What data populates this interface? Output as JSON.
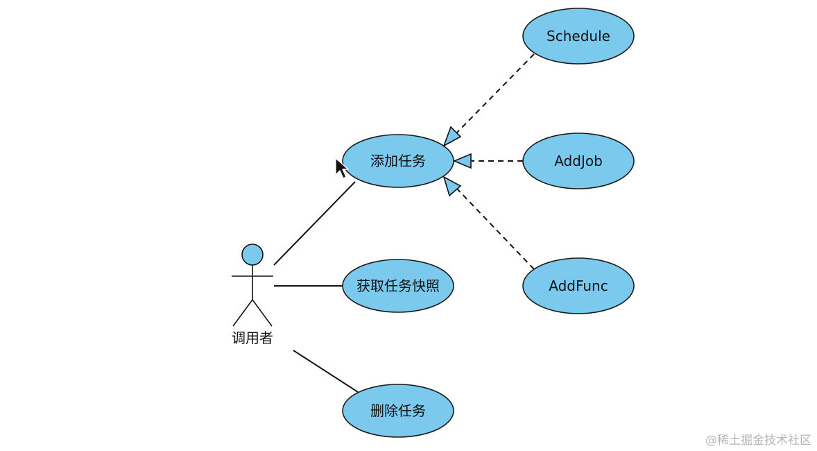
{
  "actor": {
    "label": "调用者"
  },
  "use_cases": {
    "add_task": "添加任务",
    "get_snapshot": "获取任务快照",
    "delete_task": "删除任务",
    "schedule": "Schedule",
    "addjob": "AddJob",
    "addfunc": "AddFunc"
  },
  "watermark": "@稀土掘金技术社区",
  "colors": {
    "use_case_fill": "#7cc9ee",
    "stroke": "#1a1a1a"
  },
  "icons": {
    "cursor": "mouse-pointer-icon"
  }
}
